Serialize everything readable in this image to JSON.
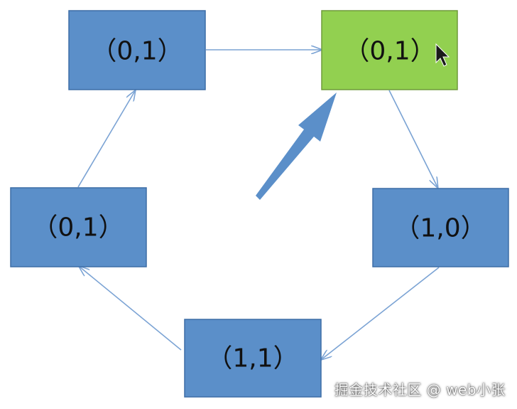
{
  "diagram": {
    "nodes": [
      {
        "id": "n1",
        "label": "（0,1）",
        "highlighted": false
      },
      {
        "id": "n2",
        "label": "（0,1）",
        "highlighted": true
      },
      {
        "id": "n3",
        "label": "（1,0）",
        "highlighted": false
      },
      {
        "id": "n4",
        "label": "（1,1）",
        "highlighted": false
      },
      {
        "id": "n5",
        "label": "（0,1）",
        "highlighted": false
      }
    ],
    "edges": [
      {
        "from": "n1",
        "to": "n2"
      },
      {
        "from": "n2",
        "to": "n3"
      },
      {
        "from": "n3",
        "to": "n4"
      },
      {
        "from": "n4",
        "to": "n5"
      },
      {
        "from": "n5",
        "to": "n1"
      }
    ],
    "colors": {
      "node_fill": "#5b8fc9",
      "node_stroke": "#3d6da6",
      "highlight_fill": "#92d050",
      "highlight_stroke": "#6f9a3a",
      "edge": "#7ba3d4",
      "big_arrow": "#5b8fc9",
      "cursor": "#1a1a1a"
    }
  },
  "watermark": "掘金技术社区 @ web小张"
}
